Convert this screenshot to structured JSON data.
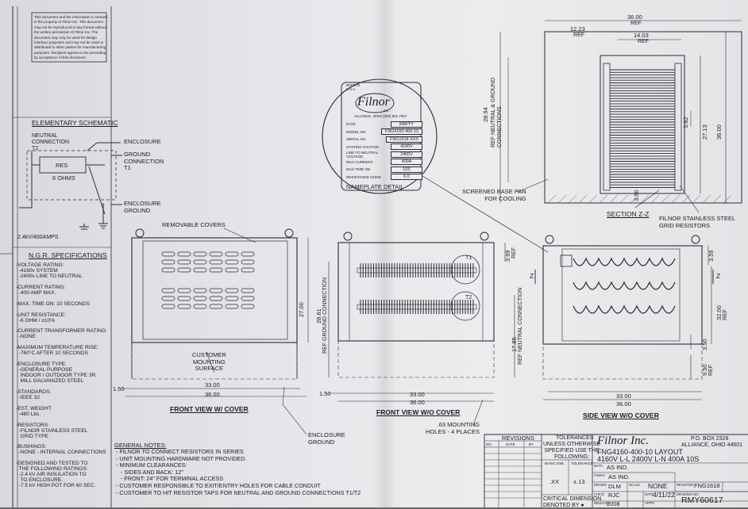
{
  "colors": {
    "paper": "#e6e7ea",
    "ink": "#1c1c22",
    "line": "#2a2a34"
  },
  "disclaimer": [
    "This document and the information it contains",
    "is the property of Filnor Inc. This document",
    "may not be reproduced in any format without",
    "the written permission of Filnor Inc. The",
    "document may only be used for design",
    "interface purposes and may not be used or",
    "distributed to other parties for manufacturing",
    "purposes. Recipient agrees to the preceding",
    "by acceptance of this document."
  ],
  "schematic": {
    "title": "ELEMENTARY SCHEMATIC",
    "neutral": "NEUTRAL\nCONNECTION\nT2",
    "res_label": "RES",
    "ohms": "6 OHMS",
    "enclosure": "ENCLOSURE",
    "ground": "GROUND\nCONNECTION\nT1",
    "enclosure_ground": "ENCLOSURE\nGROUND",
    "rating": "2.4kV/400AMPS"
  },
  "ngr": {
    "title": "N.G.R. SPECIFICATIONS",
    "lines": [
      "-VOLTAGE RATING:",
      "  -4160v SYSTEM",
      "  -2400v LINE TO NEUTRAL",
      "",
      "-CURRENT RATING:",
      "  -400 AMP MAX.",
      "",
      "-MAX. TIME ON: 10 SECONDS",
      "",
      "-UNIT RESISTANCE:",
      "  -6 OHM / ±10%",
      "",
      "-CURRENT TRANSFORMER RATING:",
      "  -NONE",
      "",
      "-MAXIMUM TEMPERATURE RISE:",
      "  -760°C AFTER 10 SECONDS",
      "",
      "-ENCLOSURE TYPE:",
      "  -GENERAL PURPOSE",
      "   INDOOR / OUTDOOR TYPE 3R",
      "   MILL GALVANIZED STEEL",
      "",
      "-STANDARDS:",
      "  -IEEE 32",
      "",
      "-EST. WEIGHT:",
      "  -480 Lbs.",
      "",
      "-RESISTORS:",
      "  -FILNOR STAINLESS STEEL",
      "   GRID TYPE",
      "",
      "-BUSHINGS:",
      "  -NONE - INTERNAL CONNECTIONS",
      "",
      "-DESIGNED AND TESTED TO",
      "  THE FOLLOWING RATINGS:",
      "  -2.4 kV AIR INSULATION TO",
      "   TO ENCLOSURE.",
      "  -7.5 kV HIGH POT FOR 60 SEC."
    ]
  },
  "nameplate": {
    "made_in": "MADE IN\nU.S.A.",
    "brand": "Filnor",
    "inc": "INC.",
    "address": "ALLIANCE, OHIO (330) 821-7667",
    "rows": [
      {
        "label": "DATE",
        "value": "MM/YY"
      },
      {
        "label": "MODEL NO",
        "value": "FNG4160-400-10"
      },
      {
        "label": "SERIAL NO",
        "value": "FNG1618-XXX"
      },
      {
        "label": "SYSTEM VOLTAGE",
        "value": "4160V"
      },
      {
        "label": "LINE TO NEUTRAL VOLTAGE",
        "value": "2400V"
      },
      {
        "label": "MAX CURRENT",
        "value": "400A"
      },
      {
        "label": "MAX TIME ON",
        "value": "10S"
      },
      {
        "label": "RESISTANCE OHMS",
        "value": "6.0"
      }
    ],
    "caption": "NAMEPLATE DETAIL"
  },
  "section": {
    "dim_36": "36.00",
    "dim_ref": "REF",
    "dim_1223": "12.23",
    "dim_1403": "14.03",
    "dim_2894": "28.94",
    "neutral_ground": "REF NEUTRAL & GROUND\nCONNECTIONS",
    "dim_362": "3.62",
    "dim_2713": "27.13",
    "dim_3600v": "36.00",
    "dim_350": "3.50",
    "base_pan": "SCREENED BASE PAN\nFOR COOLING",
    "title": "SECTION Z-Z",
    "grid_res": "FILNOR STAINLESS STEEL\nGRID RESISTORS"
  },
  "front_cover": {
    "removable": "REMOVABLE COVERS",
    "dim_2700": "27.00",
    "mount": "CUSTOMER\nMOUNTING\nSURFACE",
    "dim_150": "1.50",
    "dim_3300": "33.00",
    "dim_3600": "36.00",
    "title": "FRONT VIEW W/ COVER",
    "enclosure_ground": "ENCLOSURE\nGROUND"
  },
  "front_nocover": {
    "t1": "T1",
    "t2": "T2",
    "dim_399": "3.99",
    "dim_2861": "28.61",
    "ref_ground": "REF GROUND CONNECTION",
    "dim_1785": "17.85",
    "ref_neutral": "REF NEUTRAL CONNECTION",
    "dim_150": "1.50",
    "dim_3300": "33.00",
    "dim_3600": "36.00",
    "title": "FRONT VIEW W/O COVER",
    "holes": ".63 MOUNTING\nHOLES - 4 PLACES"
  },
  "side": {
    "z": "Z",
    "dim_359": "3.59",
    "dim_3200": "32.00",
    "dim_350": "3.50",
    "dim_950": "9.50",
    "dim_3300": "33.00",
    "dim_3600": "36.00",
    "title": "SIDE VIEW W/O COVER"
  },
  "notes": {
    "title": "GENERAL NOTES:",
    "lines": [
      "- FILNOR TO CONNECT RESISTORS IN SERIES",
      "- UNIT MOUNTING HARDWARE NOT PROVIDED.",
      "- MINIMUM CLEARANCES:",
      "   - SIDES AND BACK: 12\"",
      "   - FRONT: 24\" FOR TERMINAL ACCESS",
      "- CUSTOMER RESPONSIBLE TO EXIT/ENTRY HOLES FOR CABLE CONDUIT",
      "- CUSTOMER TO HIT RESISTOR TAPS FOR NEUTRAL AND GROUND CONNECTIONS T1/T2"
    ]
  },
  "titleblock": {
    "revisions": "REVISIONS",
    "rev_cols": [
      "NO.",
      "DATE",
      "BY"
    ],
    "tolerances": "TOLERANCES",
    "unless": "UNLESS OTHERWISE\nSPECIFIED USE THE\nFOLLOWING:",
    "basic_dim": "BASIC DIM.",
    "tolerance": "TOLERANCE",
    "xx": ".XX",
    "pm13": "±.13",
    "critical": "CRITICAL DIMENSION\nDENOTED BY ●",
    "brand": "Filnor Inc.",
    "pobox": "P.O. BOX 2328",
    "city": "ALLIANCE, OHIO 44601",
    "title1": "FNG4160-400-10 LAYOUT",
    "title2": "4160V L-L 2400V L-N 400A 10S",
    "matl_k": "MAT'L",
    "matl_v": "AS IND.",
    "finish_k": "FINISH",
    "finish_v": "AS IND.",
    "drawn_k": "DRAWN",
    "drawn_v": "DLM",
    "chkd_k": "CHK'D",
    "chkd_v": "RJC",
    "scale_k": "SCALE",
    "scale_v": "NONE",
    "date_k": "DATE",
    "date_v": "4/11/22",
    "released_k": "RELEASE",
    "released_v": "2008",
    "appd_k": "APP'D",
    "resistor_k": "RESISTOR",
    "resistor_v": "FNG1618",
    "drawing_k": "DRAWING NO.",
    "drawing_v": "RMY60617"
  }
}
